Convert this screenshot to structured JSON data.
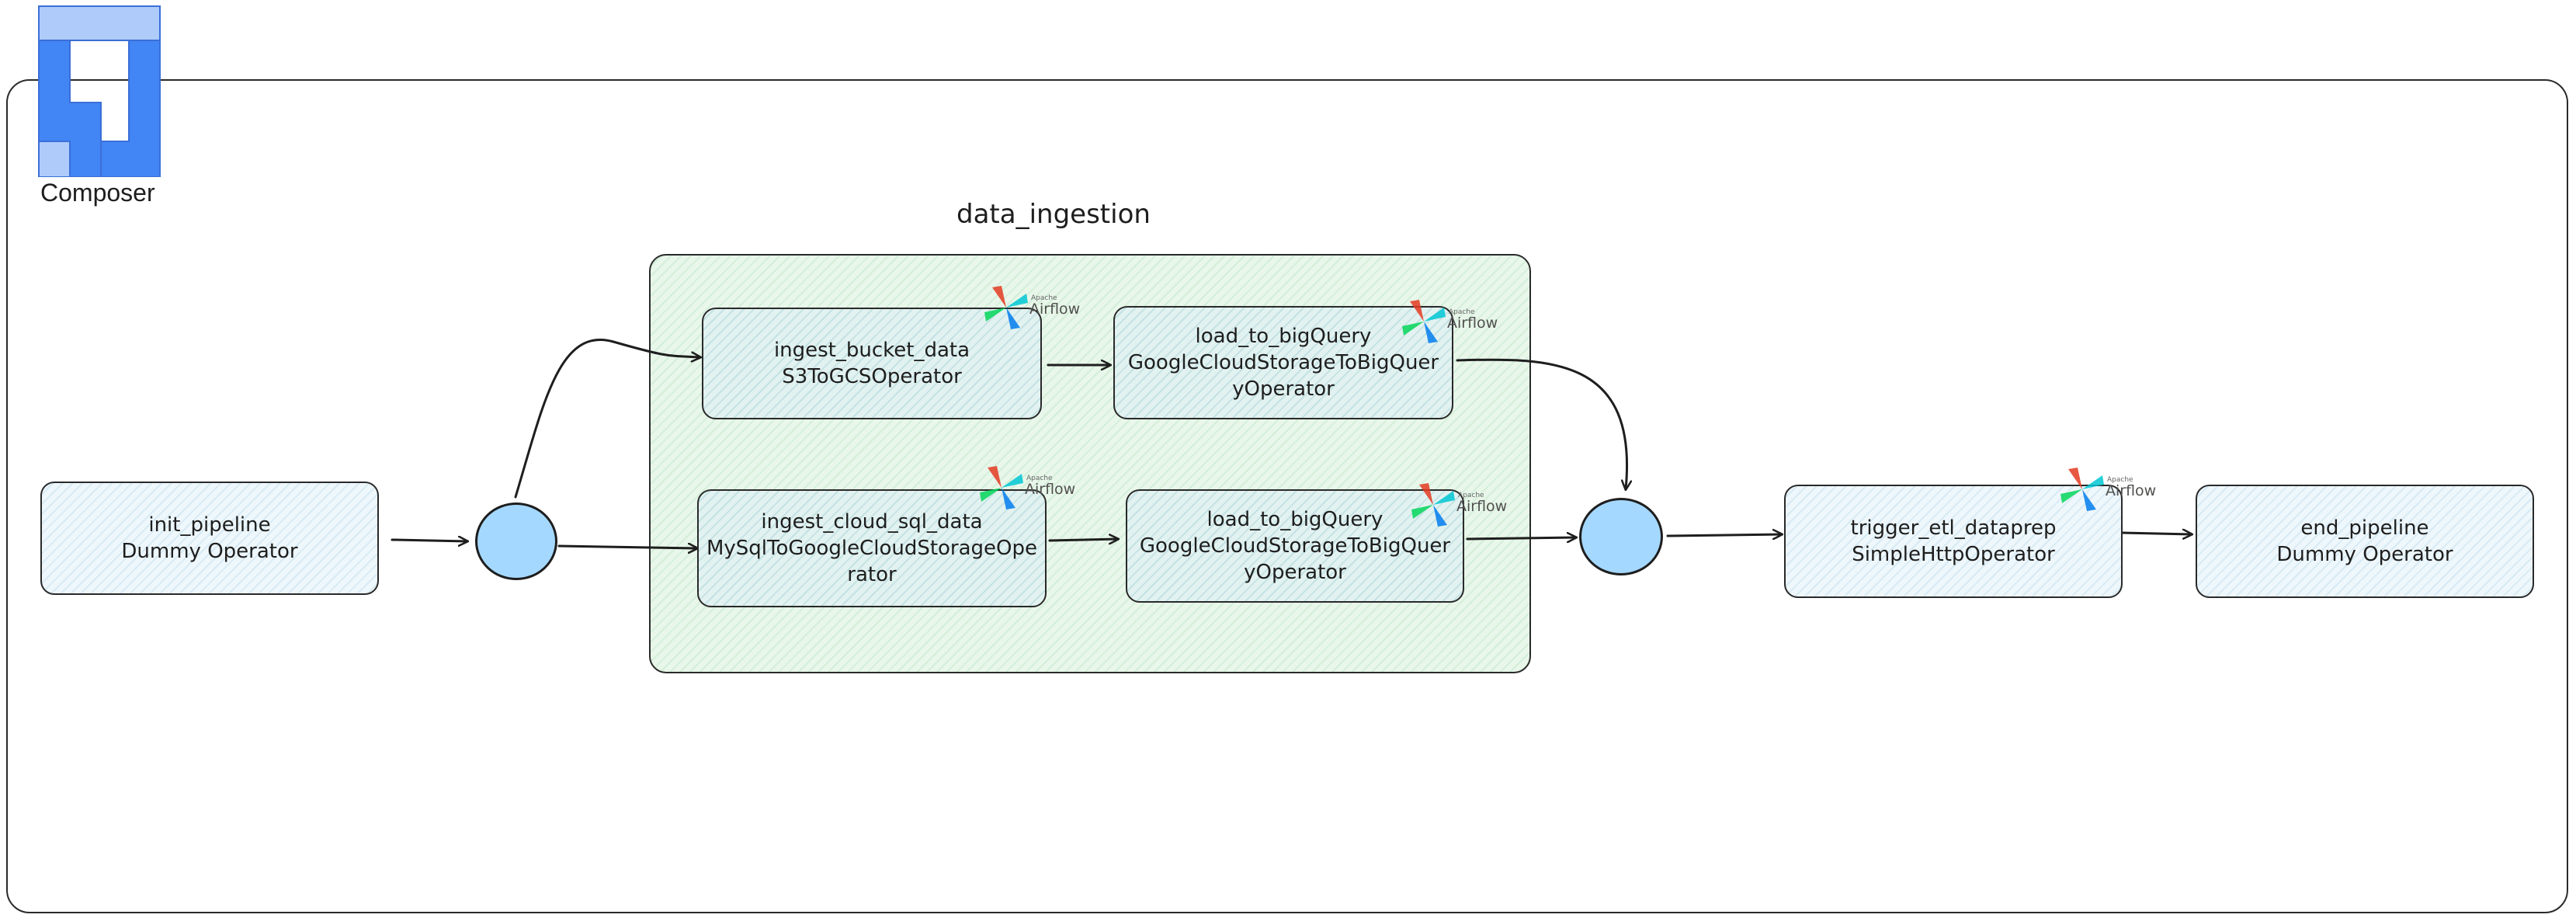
{
  "composer": {
    "label": "Composer",
    "icon": "composer-icon"
  },
  "group": {
    "label": "data_ingestion"
  },
  "nodes": {
    "init_pipeline": {
      "name": "init_pipeline",
      "operator": "Dummy Operator"
    },
    "ingest_bucket": {
      "name": "ingest_bucket_data",
      "operator": "S3ToGCSOperator"
    },
    "load_bq_1": {
      "name": "load_to_bigQuery",
      "operator_line1": "GoogleCloudStorageToBigQuer",
      "operator_line2": "yOperator"
    },
    "ingest_sql": {
      "name": "ingest_cloud_sql_data",
      "operator_line1": "MySqlToGoogleCloudStorageOpe",
      "operator_line2": "rator"
    },
    "load_bq_2": {
      "name": "load_to_bigQuery",
      "operator_line1": "GoogleCloudStorageToBigQuer",
      "operator_line2": "yOperator"
    },
    "trigger_etl": {
      "name": "trigger_etl_dataprep",
      "operator": "SimpleHttpOperator"
    },
    "end_pipeline": {
      "name": "end_pipeline",
      "operator": "Dummy Operator"
    }
  },
  "airflow_logo": {
    "small_text": "Apache",
    "text": "Airflow",
    "icon": "airflow-icon"
  },
  "colors": {
    "junction_fill": "#a5d8ff",
    "group_fill": "#e8f7ea",
    "node_fill": "#eef7fb",
    "composer_dark": "#4285f4",
    "composer_light": "#aecbfa",
    "stroke": "#1e1e1e"
  }
}
